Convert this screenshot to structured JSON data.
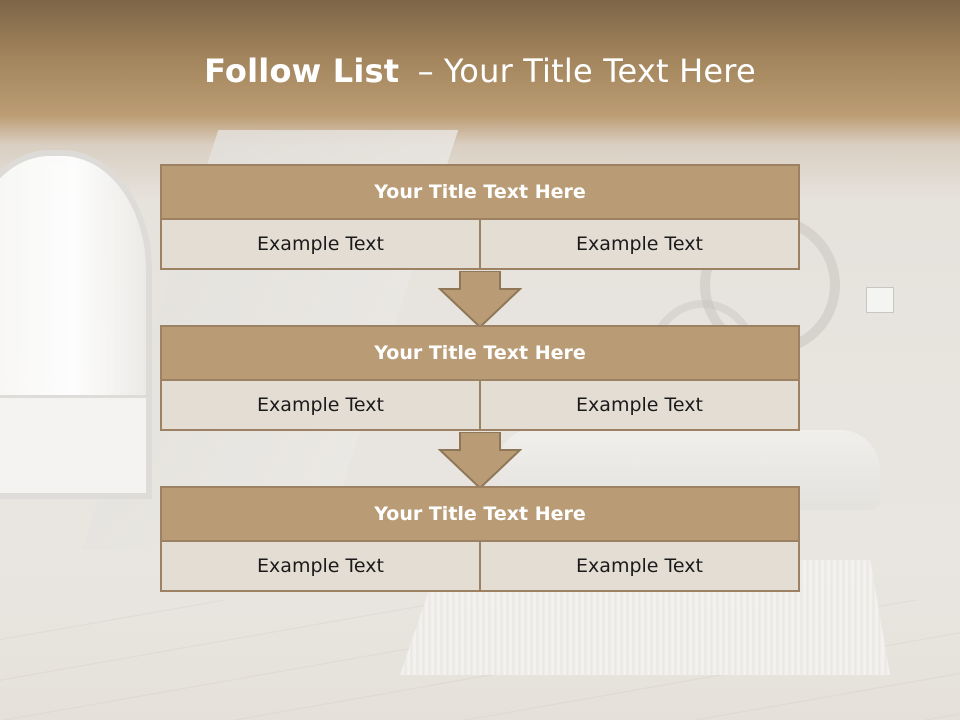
{
  "slide": {
    "title_bold": "Follow List",
    "title_separator": "–",
    "title_rest": "Your Title Text Here"
  },
  "colors": {
    "header_band": "#a4865e",
    "block_title_fill": "#b99c76",
    "block_border": "#9c8262",
    "cell_fill": "#e4ddd4",
    "title_text": "#ffffff"
  },
  "blocks": [
    {
      "title": "Your Title Text Here",
      "left": "Example Text",
      "right": "Example Text"
    },
    {
      "title": "Your Title Text Here",
      "left": "Example Text",
      "right": "Example Text"
    },
    {
      "title": "Your Title Text Here",
      "left": "Example Text",
      "right": "Example Text"
    }
  ],
  "icons": [
    "down-arrow-icon",
    "down-arrow-icon"
  ]
}
